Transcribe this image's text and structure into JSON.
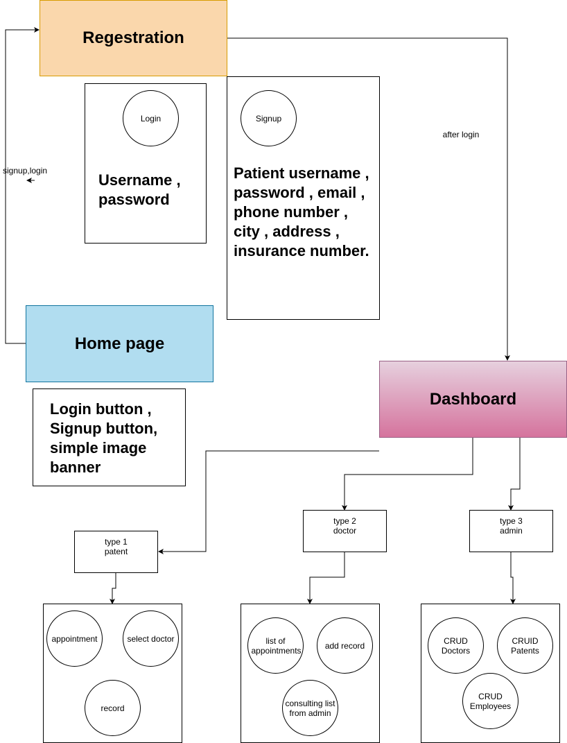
{
  "registration": {
    "title": "Regestration"
  },
  "login_panel": {
    "circle_label": "Login",
    "fields": "Username , password"
  },
  "signup_panel": {
    "circle_label": "Signup",
    "fields": "Patient username , password , email , phone number , city , address , insurance number."
  },
  "home": {
    "title": "Home page",
    "details": "Login button , Signup button, simple image banner"
  },
  "dashboard": {
    "title": "Dashboard"
  },
  "edges": {
    "signup_login": "signup,login",
    "after_login": "after login"
  },
  "types": [
    {
      "line1": "type 1",
      "line2": "patent"
    },
    {
      "line1": "type 2",
      "line2": "doctor"
    },
    {
      "line1": "type 3",
      "line2": "admin"
    }
  ],
  "patient_features": {
    "appointment": "appointment",
    "select_doctor": "select doctor",
    "record": "record"
  },
  "doctor_features": {
    "list": "list of appointments",
    "add_record": "add record",
    "consulting": "consulting list from admin"
  },
  "admin_features": {
    "crud_doctors": "CRUD Doctors",
    "cruid_patents": "CRUID Patents",
    "crud_employees": "CRUD Employees"
  }
}
